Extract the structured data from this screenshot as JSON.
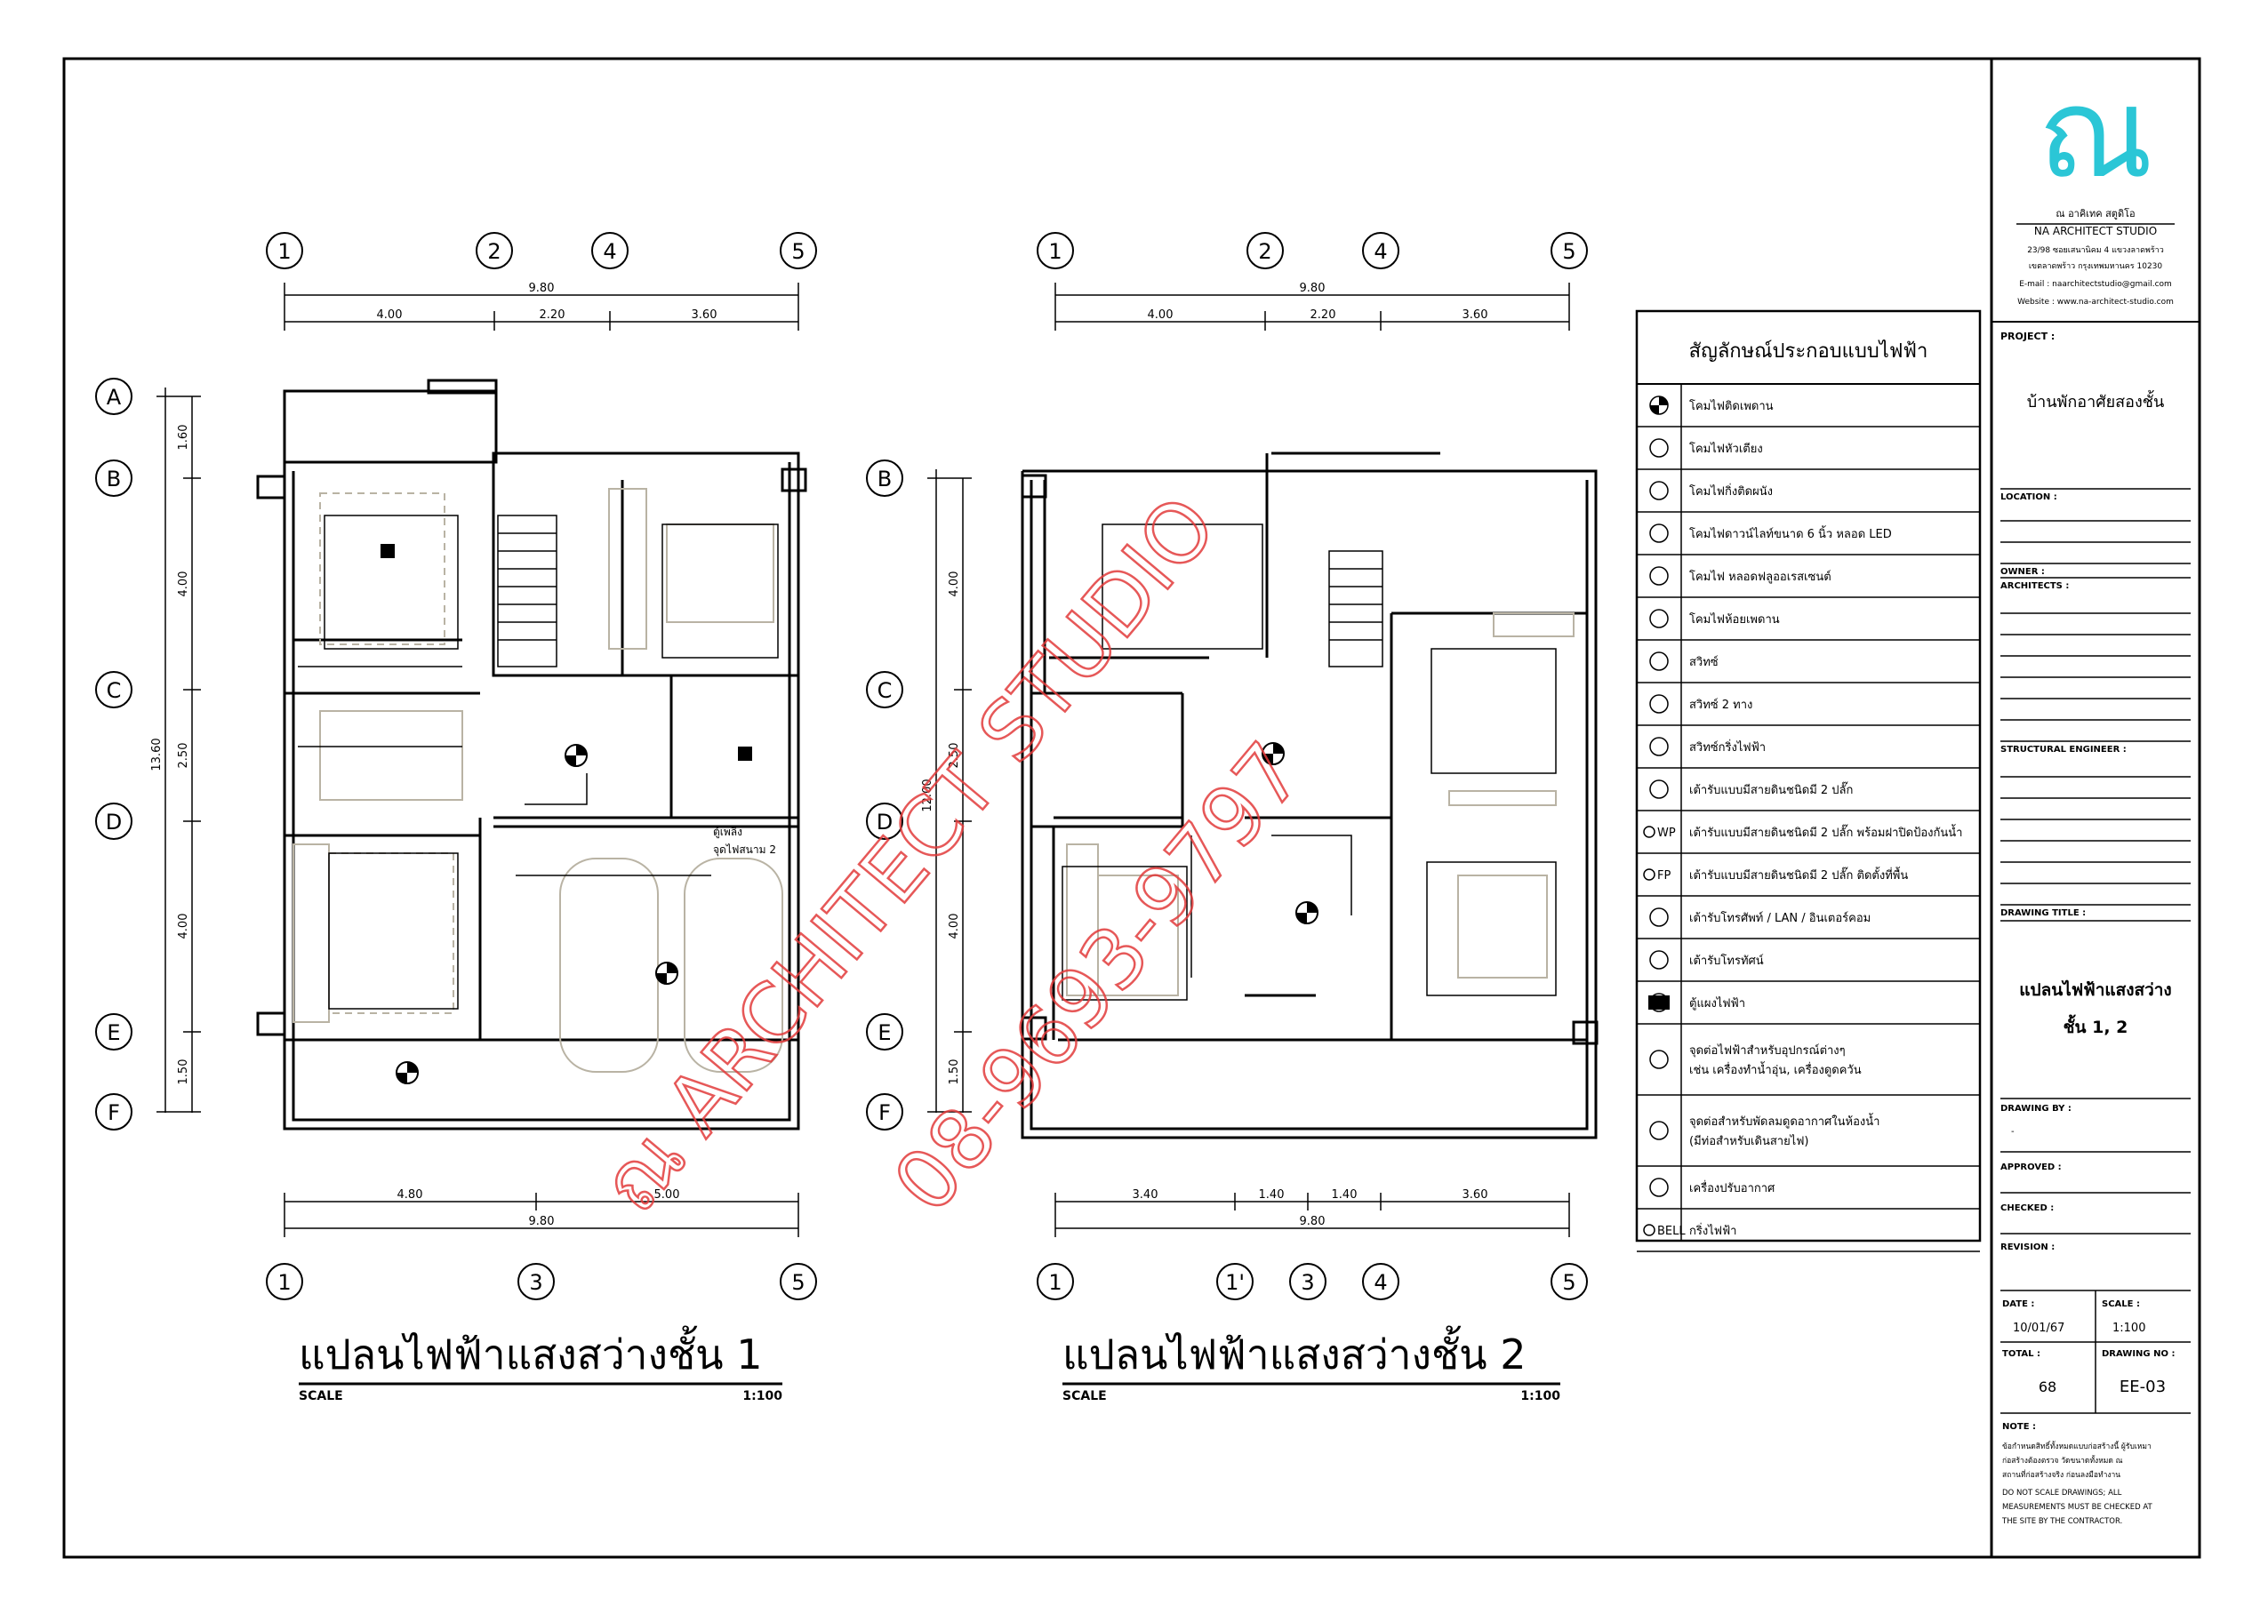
{
  "logo": {
    "mark": "ณ",
    "name_th": "ณ อาคิเทค สตูดิโอ",
    "name_en": "NA ARCHITECT STUDIO",
    "address1": "23/98 ซอยเสนานิคม 4 แขวงลาดพร้าว",
    "address2": "เขตลาดพร้าว กรุงเทพมหานคร 10230",
    "email": "E-mail : naarchitectstudio@gmail.com",
    "website": "Website : www.na-architect-studio.com"
  },
  "watermark": {
    "line1": "ณ ARCHITECT STUDIO",
    "line2": "08-9693-9797"
  },
  "legend": {
    "title": "สัญลักษณ์ประกอบแบบไฟฟ้า",
    "items": [
      {
        "symbol": "ceiling-lamp",
        "label": "โคมไฟติดเพดาน"
      },
      {
        "symbol": "pendant-lamp",
        "label": "โคมไฟหัวเตียง"
      },
      {
        "symbol": "wall-lamp",
        "label": "โคมไฟกิ่งติดผนัง"
      },
      {
        "symbol": "downlight",
        "label": "โคมไฟดาวน์ไลท์ขนาด 6 นิ้ว หลอด LED"
      },
      {
        "symbol": "fluorescent",
        "label": "โคมไฟ หลอดฟลูออเรสเซนต์"
      },
      {
        "symbol": "chandelier",
        "label": "โคมไฟห้อยเพดาน"
      },
      {
        "symbol": "switch",
        "label": "สวิทซ์"
      },
      {
        "symbol": "switch-2way",
        "label": "สวิทซ์ 2 ทาง"
      },
      {
        "symbol": "switch-fan",
        "label": "สวิทซ์กริ่งไฟฟ้า"
      },
      {
        "symbol": "outlet",
        "label": "เต้ารับแบบมีสายดินชนิดมี 2 ปลั๊ก"
      },
      {
        "symbol": "outlet-wp",
        "prefix": "WP",
        "label": "เต้ารับแบบมีสายดินชนิดมี 2 ปลั๊ก พร้อมฝาปิดป้องกันน้ำ"
      },
      {
        "symbol": "outlet-fp",
        "prefix": "FP",
        "label": "เต้ารับแบบมีสายดินชนิดมี 2 ปลั๊ก ติดตั้งที่พื้น"
      },
      {
        "symbol": "tel",
        "label": "เต้ารับโทรศัพท์ / LAN / อินเตอร์คอม"
      },
      {
        "symbol": "tv",
        "label": "เต้ารับโทรทัศน์"
      },
      {
        "symbol": "panel",
        "label": "ตู้แผงไฟฟ้า"
      },
      {
        "symbol": "junction",
        "label": "จุดต่อไฟฟ้าสำหรับอุปกรณ์ต่างๆ",
        "label2": "เช่น เครื่องทำน้ำอุ่น, เครื่องดูดควัน"
      },
      {
        "symbol": "exhaust",
        "label": "จุดต่อสำหรับพัดลมดูดอากาศในห้องน้ำ",
        "label2": "(มีท่อสำหรับเดินสายไฟ)"
      },
      {
        "symbol": "aircon",
        "label": "เครื่องปรับอากาศ"
      },
      {
        "symbol": "bell",
        "prefix": "BELL",
        "label": "กริ่งไฟฟ้า"
      }
    ]
  },
  "titleblock": {
    "project_label": "PROJECT :",
    "project": "บ้านพักอาศัยสองชั้น",
    "location_label": "LOCATION :",
    "owner_label": "OWNER :",
    "architects_label": "ARCHITECTS :",
    "structural_label": "STRUCTURAL ENGINEER :",
    "drawing_title_label": "DRAWING TITLE :",
    "drawing_title1": "แปลนไฟฟ้าแสงสว่าง",
    "drawing_title2": "ชั้น 1, 2",
    "drawn_by_label": "DRAWING BY :",
    "drawn_by": "-",
    "approved_label": "APPROVED :",
    "checked_label": "CHECKED :",
    "revision_label": "REVISION :",
    "date_label": "DATE :",
    "date": "10/01/67",
    "scale_label": "SCALE :",
    "scale": "1:100",
    "total_label": "TOTAL :",
    "total": "68",
    "drawing_no_label": "DRAWING NO :",
    "drawing_no": "EE-03",
    "note_label": "NOTE :",
    "note_lines": [
      "ข้อกำหนดสิทธิ์ทั้งหมดแบบก่อสร้างนี้ ผู้รับเหมา",
      "ก่อสร้างต้องตรวจ วัดขนาดทั้งหมด ณ",
      "สถานที่ก่อสร้างจริง ก่อนลงมือทำงาน",
      "DO NOT SCALE DRAWINGS; ALL",
      "MEASUREMENTS MUST BE CHECKED AT",
      "THE SITE BY THE CONTRACTOR."
    ]
  },
  "plan1": {
    "title": "แปลนไฟฟ้าแสงสว่างชั้น 1",
    "scale_label": "SCALE",
    "scale": "1:100",
    "grid_top": [
      "1",
      "2",
      "4",
      "5"
    ],
    "grid_bottom": [
      "1",
      "3",
      "5"
    ],
    "grid_left": [
      "A",
      "B",
      "C",
      "D",
      "E",
      "F"
    ],
    "dim_top_total": "9.80",
    "dim_top": [
      "4.00",
      "2.20",
      "3.60"
    ],
    "dim_bottom": [
      "4.80",
      "5.00"
    ],
    "dim_bottom_total": "9.80",
    "dim_left": [
      "1.60",
      "4.00",
      "2.50",
      "4.00",
      "1.50"
    ],
    "dim_left_total": "13.60",
    "note": "จุดไฟสนาม 2",
    "note_prefix": "ตู้เพลิง"
  },
  "plan2": {
    "title": "แปลนไฟฟ้าแสงสว่างชั้น 2",
    "scale_label": "SCALE",
    "scale": "1:100",
    "grid_top": [
      "1",
      "2",
      "4",
      "5"
    ],
    "grid_bottom": [
      "1",
      "1'",
      "3",
      "4",
      "5"
    ],
    "grid_left": [
      "B",
      "C",
      "D",
      "E",
      "F"
    ],
    "dim_top_total": "9.80",
    "dim_top": [
      "4.00",
      "2.20",
      "3.60"
    ],
    "dim_bottom": [
      "3.40",
      "1.40",
      "1.40",
      "3.60"
    ],
    "dim_bottom_total": "9.80",
    "dim_left": [
      "4.00",
      "2.50",
      "4.00",
      "1.50"
    ],
    "dim_left_total": "12.00"
  }
}
